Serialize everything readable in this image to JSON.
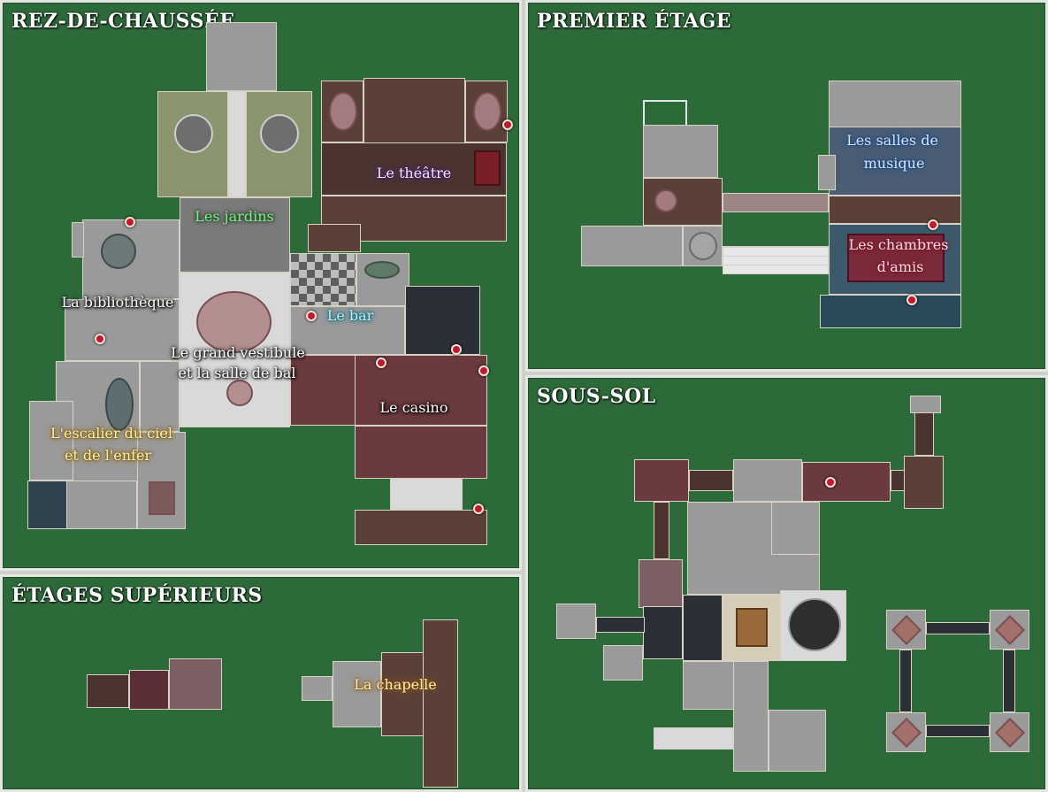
{
  "panels": {
    "ground_floor": {
      "title": "REZ-DE-CHAUSSÉE"
    },
    "first_floor": {
      "title": "PREMIER ÉTAGE"
    },
    "upper_floors": {
      "title": "ÉTAGES SUPÉRIEURS"
    },
    "basement": {
      "title": "SOUS-SOL"
    }
  },
  "labels": {
    "gardens": "Les jardins",
    "theatre": "Le théâtre",
    "library": "La bibliothèque",
    "bar": "Le bar",
    "hall_line1": "Le grand vestibule",
    "hall_line2": "et la salle de bal",
    "casino": "Le casino",
    "stairs_line1": "L'escalier du ciel",
    "stairs_line2": "et de l'enfer",
    "music_line1": "Les salles de",
    "music_line2": "musique",
    "friends_line1": "Les chambres",
    "friends_line2": "d'amis",
    "chapel": "La chapelle"
  },
  "colors": {
    "background": "#2d6a3a",
    "border": "#e4e6e2",
    "marker": "#c5162f"
  },
  "icons": {
    "location_marker": "red-pin-icon"
  }
}
